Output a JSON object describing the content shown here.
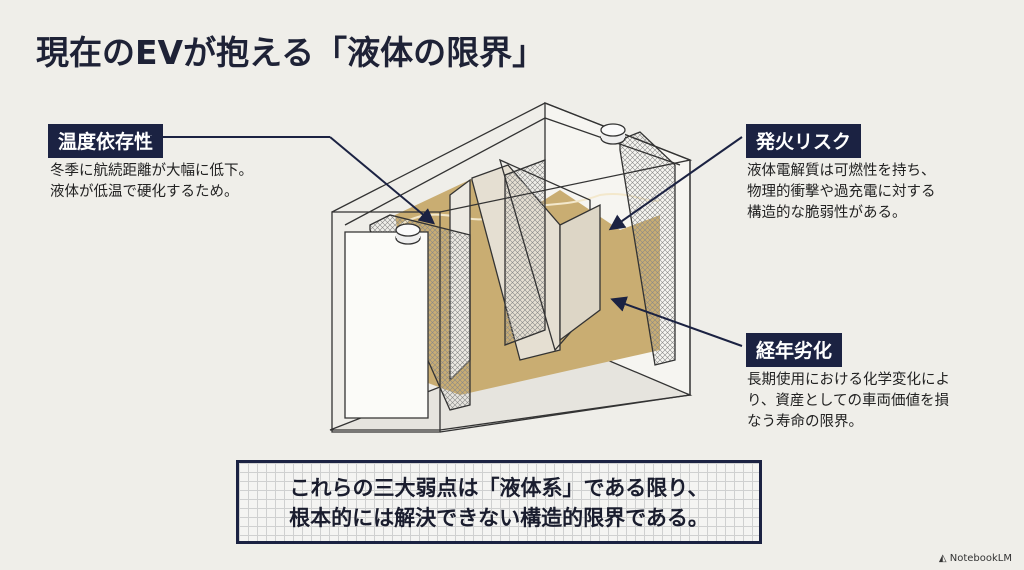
{
  "title": "現在のEVが抱える「液体の限界」",
  "callouts": [
    {
      "label": "温度依存性",
      "lines": [
        "冬季に航続距離が大幅に低下。",
        "液体が低温で硬化するため。"
      ]
    },
    {
      "label": "発火リスク",
      "lines": [
        "液体電解質は可燃性を持ち、",
        "物理的衝撃や過充電に対する",
        "構造的な脆弱性がある。"
      ]
    },
    {
      "label": "経年劣化",
      "lines": [
        "長期使用における化学変化によ",
        "り、資産としての車両価値を損",
        "なう寿命の限界。"
      ]
    }
  ],
  "summary": [
    "これらの三大弱点は「液体系」である限り、",
    "根本的には解決できない構造的限界である。"
  ],
  "branding": "NotebookLM",
  "colors": {
    "navy": "#1b2242",
    "background": "#efeee9",
    "electrolyte": "#c9ad72"
  }
}
